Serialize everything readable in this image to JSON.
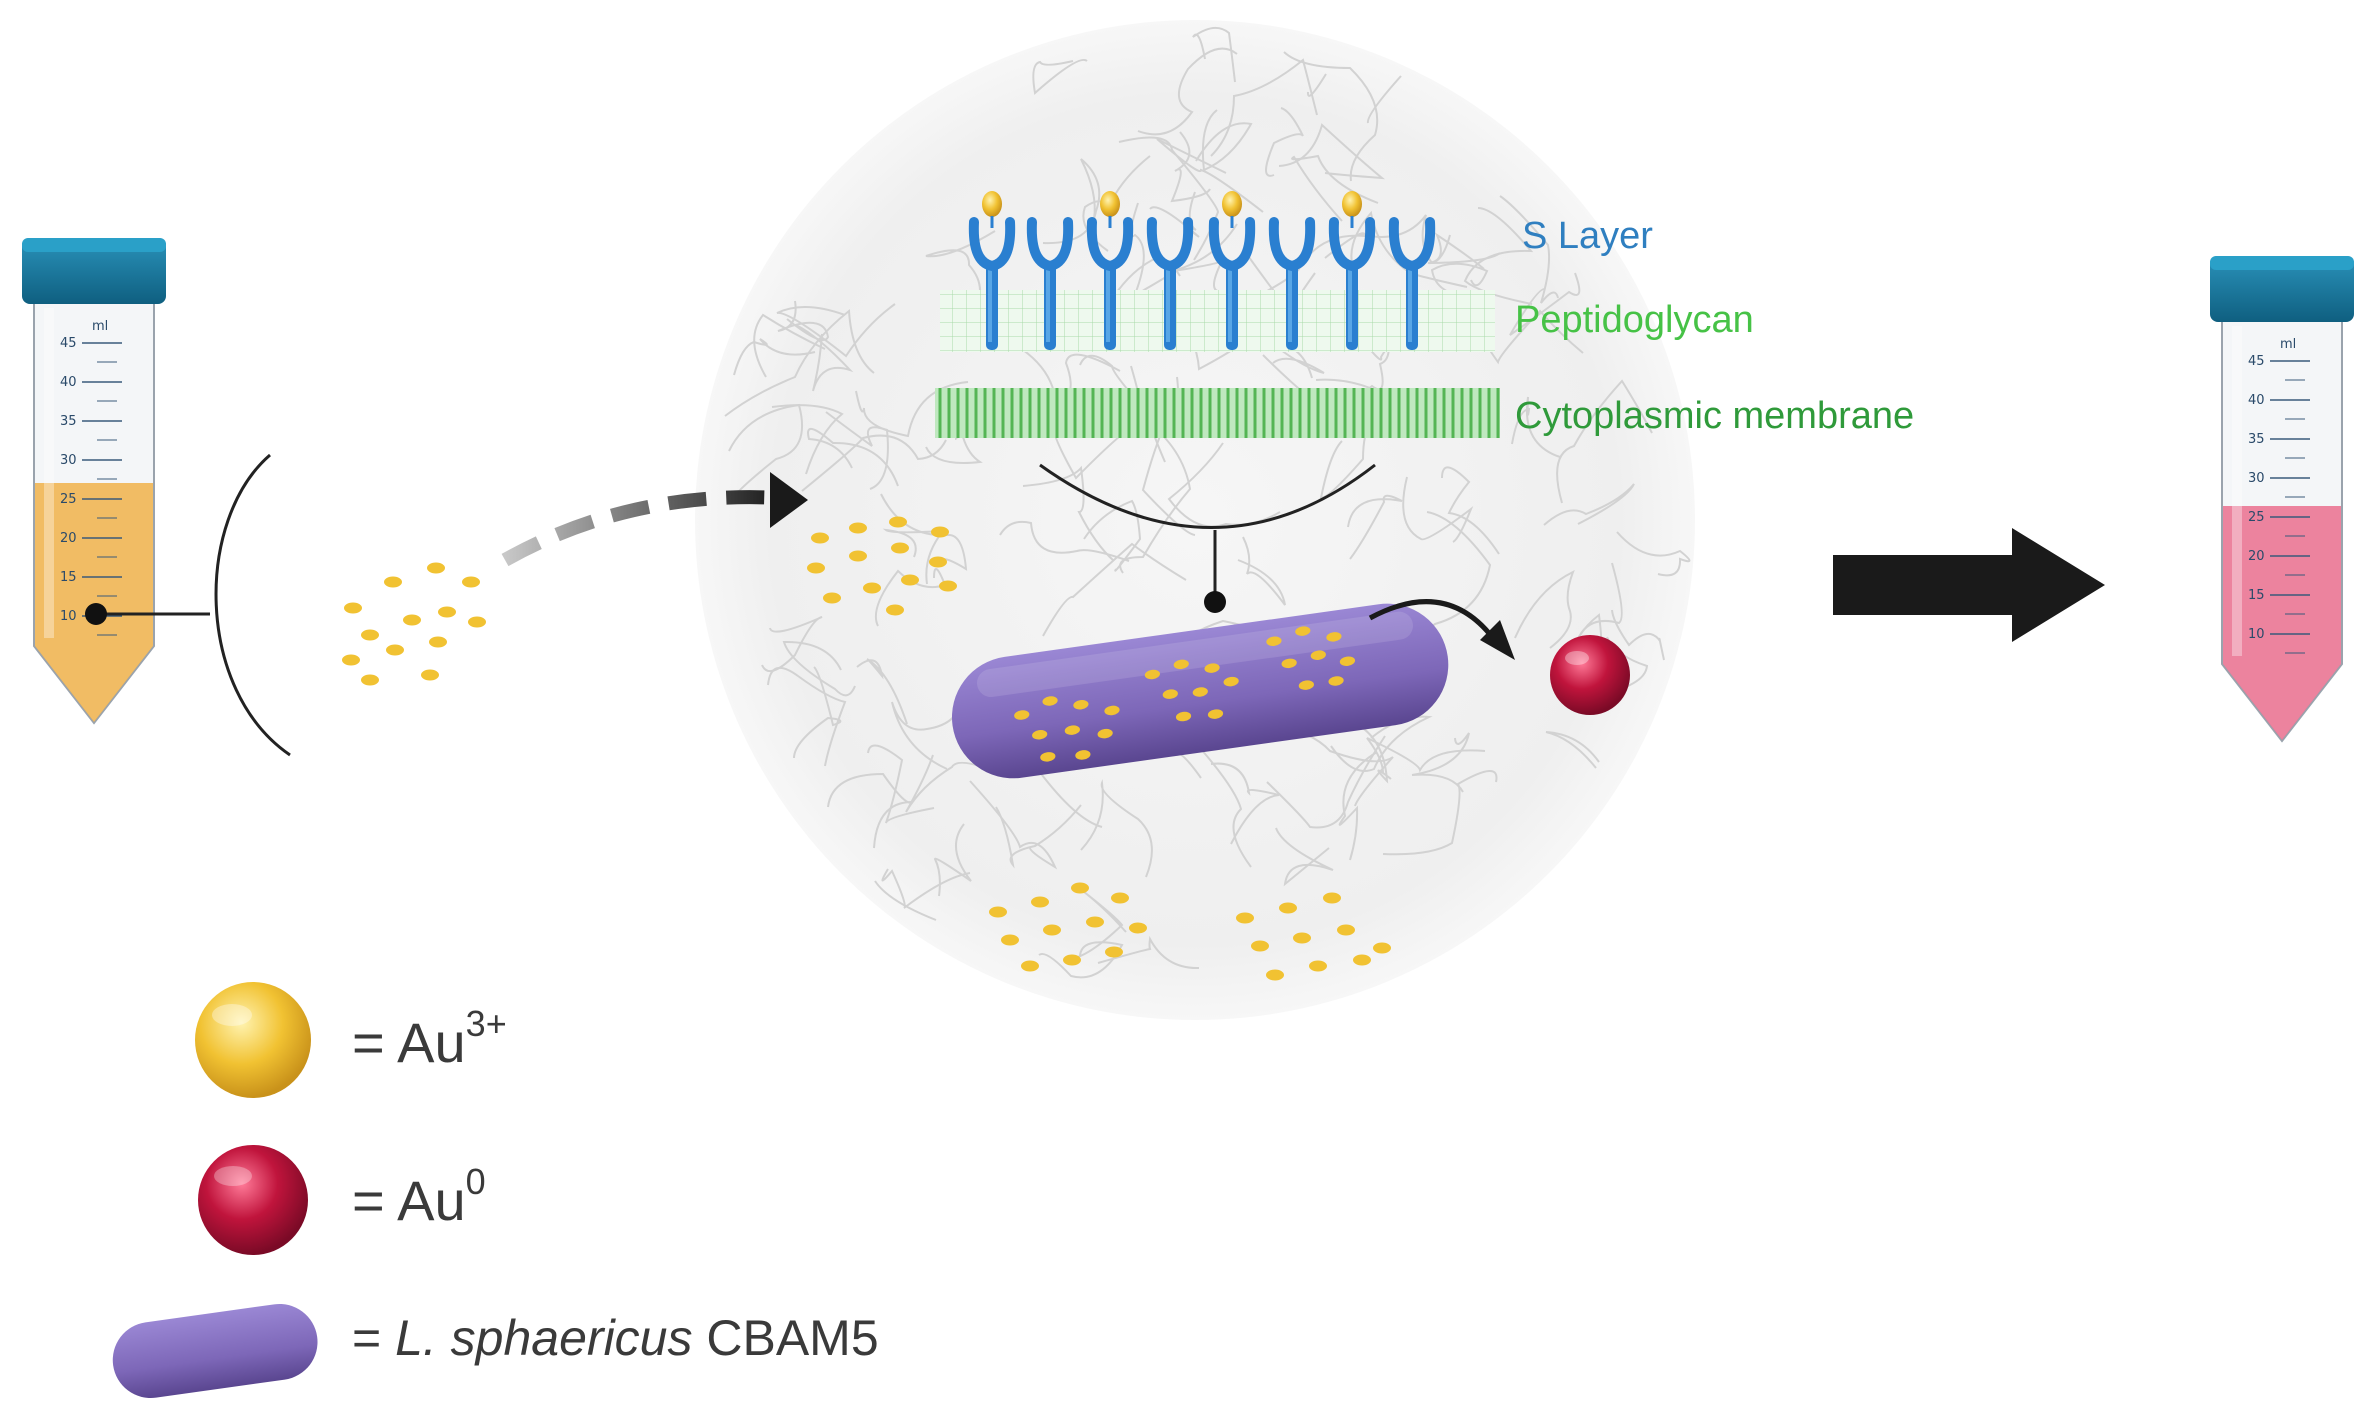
{
  "labels": {
    "s_layer": "S Layer",
    "peptidoglycan": "Peptidoglycan",
    "cytoplasmic_membrane": "Cytoplasmic membrane"
  },
  "legend": {
    "au3_eq": "= Au",
    "au3_sup": "3+",
    "au0_eq": "= Au",
    "au0_sup": "0",
    "bact_eq": "= ",
    "bact_italic": "L. sphaericus",
    "bact_rest": " CBAM5"
  },
  "tube_ticks": [
    "45",
    "40",
    "35",
    "30",
    "25",
    "20",
    "15",
    "10"
  ],
  "tube_ml": "ml",
  "colors": {
    "s_layer_text": "#2f7fc0",
    "peptidoglycan_text": "#46c246",
    "membrane_text": "#2f9a3a",
    "gold_particle": "#f1c232",
    "au0_red": "#c0143c",
    "bacterium": "#7d67b8",
    "tube_cap": "#1a7aa0",
    "tube_left_fill": "#f0b24a",
    "tube_right_fill": "#ea6f8e"
  }
}
